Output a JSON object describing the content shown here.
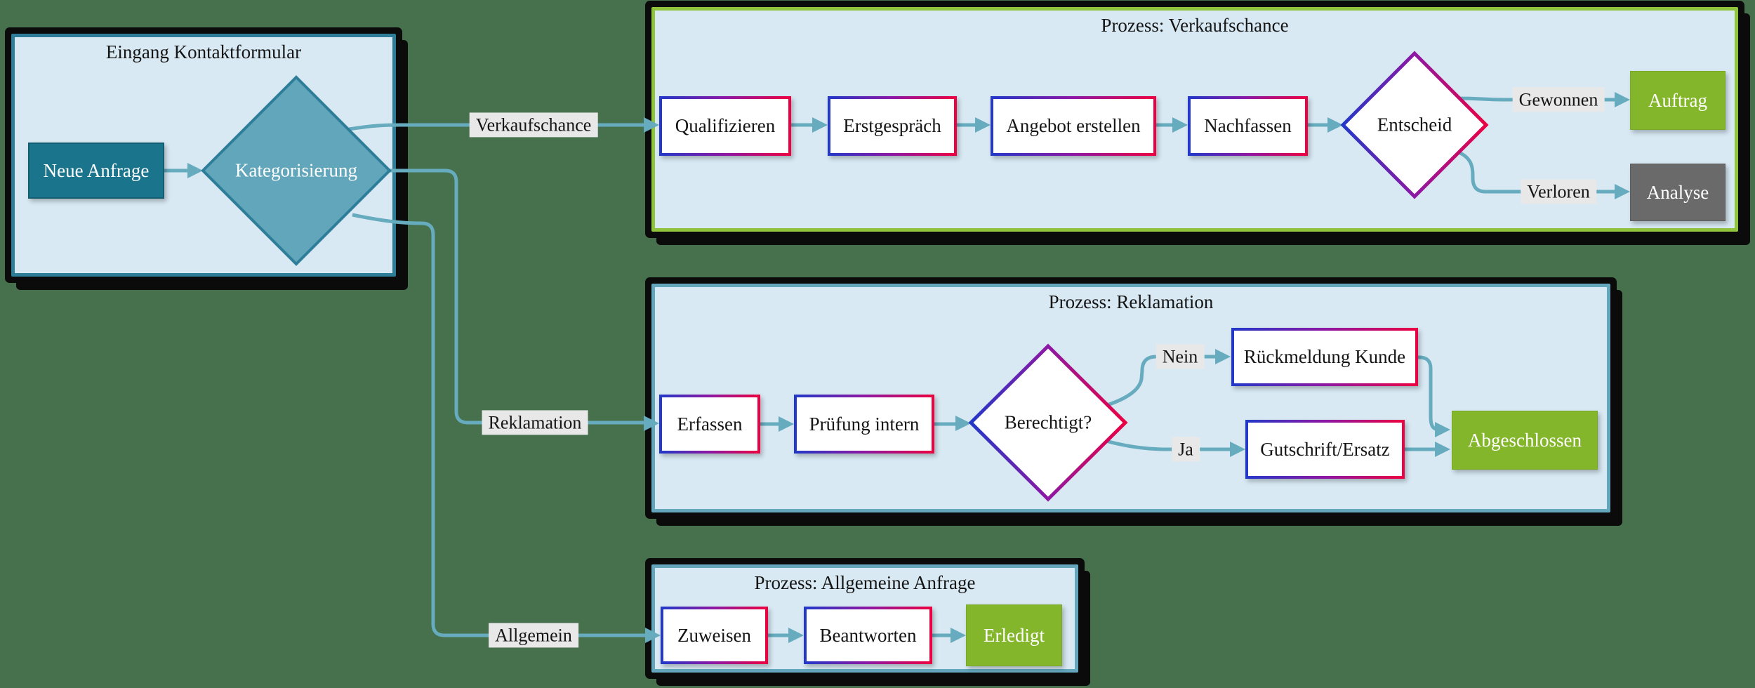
{
  "canvas": {
    "background": "#47704d",
    "container_fill": "#d8e9f3",
    "container_outline": "#0b0b0b",
    "edge_color": "#66abbe",
    "edge_label_bg": "#e8e8e8",
    "gradient_border": [
      "#2438c8",
      "#8d18a4",
      "#ea0243"
    ],
    "accent_green": "#8fc43c",
    "accent_teal": "#64a7bd",
    "node_green": "#84b62b",
    "node_gray": "#6a6a6a",
    "node_dark_teal": "#1a758c",
    "diamond_teal": "#61a6ba"
  },
  "containers": {
    "eingang": {
      "title": "Eingang Kontaktformular",
      "accent": "#2e7e99"
    },
    "verkaufschance": {
      "title": "Prozess: Verkaufschance",
      "accent": "#8fc43c"
    },
    "reklamation": {
      "title": "Prozess: Reklamation",
      "accent": "#64a7bd"
    },
    "allgemein": {
      "title": "Prozess: Allgemeine Anfrage",
      "accent": "#64a7bd"
    }
  },
  "nodes": {
    "neue_anfrage": "Neue Anfrage",
    "kategorisierung": "Kategorisierung",
    "qualifizieren": "Qualifizieren",
    "erstgespraech": "Erstgespräch",
    "angebot": "Angebot erstellen",
    "nachfassen": "Nachfassen",
    "entscheid": "Entscheid",
    "auftrag": "Auftrag",
    "analyse": "Analyse",
    "erfassen": "Erfassen",
    "pruefung": "Prüfung intern",
    "berechtigt": "Berechtigt?",
    "rueckmeldung": "Rückmeldung Kunde",
    "gutschrift": "Gutschrift/Ersatz",
    "abgeschlossen": "Abgeschlossen",
    "zuweisen": "Zuweisen",
    "beantworten": "Beantworten",
    "erledigt": "Erledigt"
  },
  "edge_labels": {
    "verkaufschance": "Verkaufschance",
    "reklamation": "Reklamation",
    "allgemein": "Allgemein",
    "gewonnen": "Gewonnen",
    "verloren": "Verloren",
    "nein": "Nein",
    "ja": "Ja"
  }
}
